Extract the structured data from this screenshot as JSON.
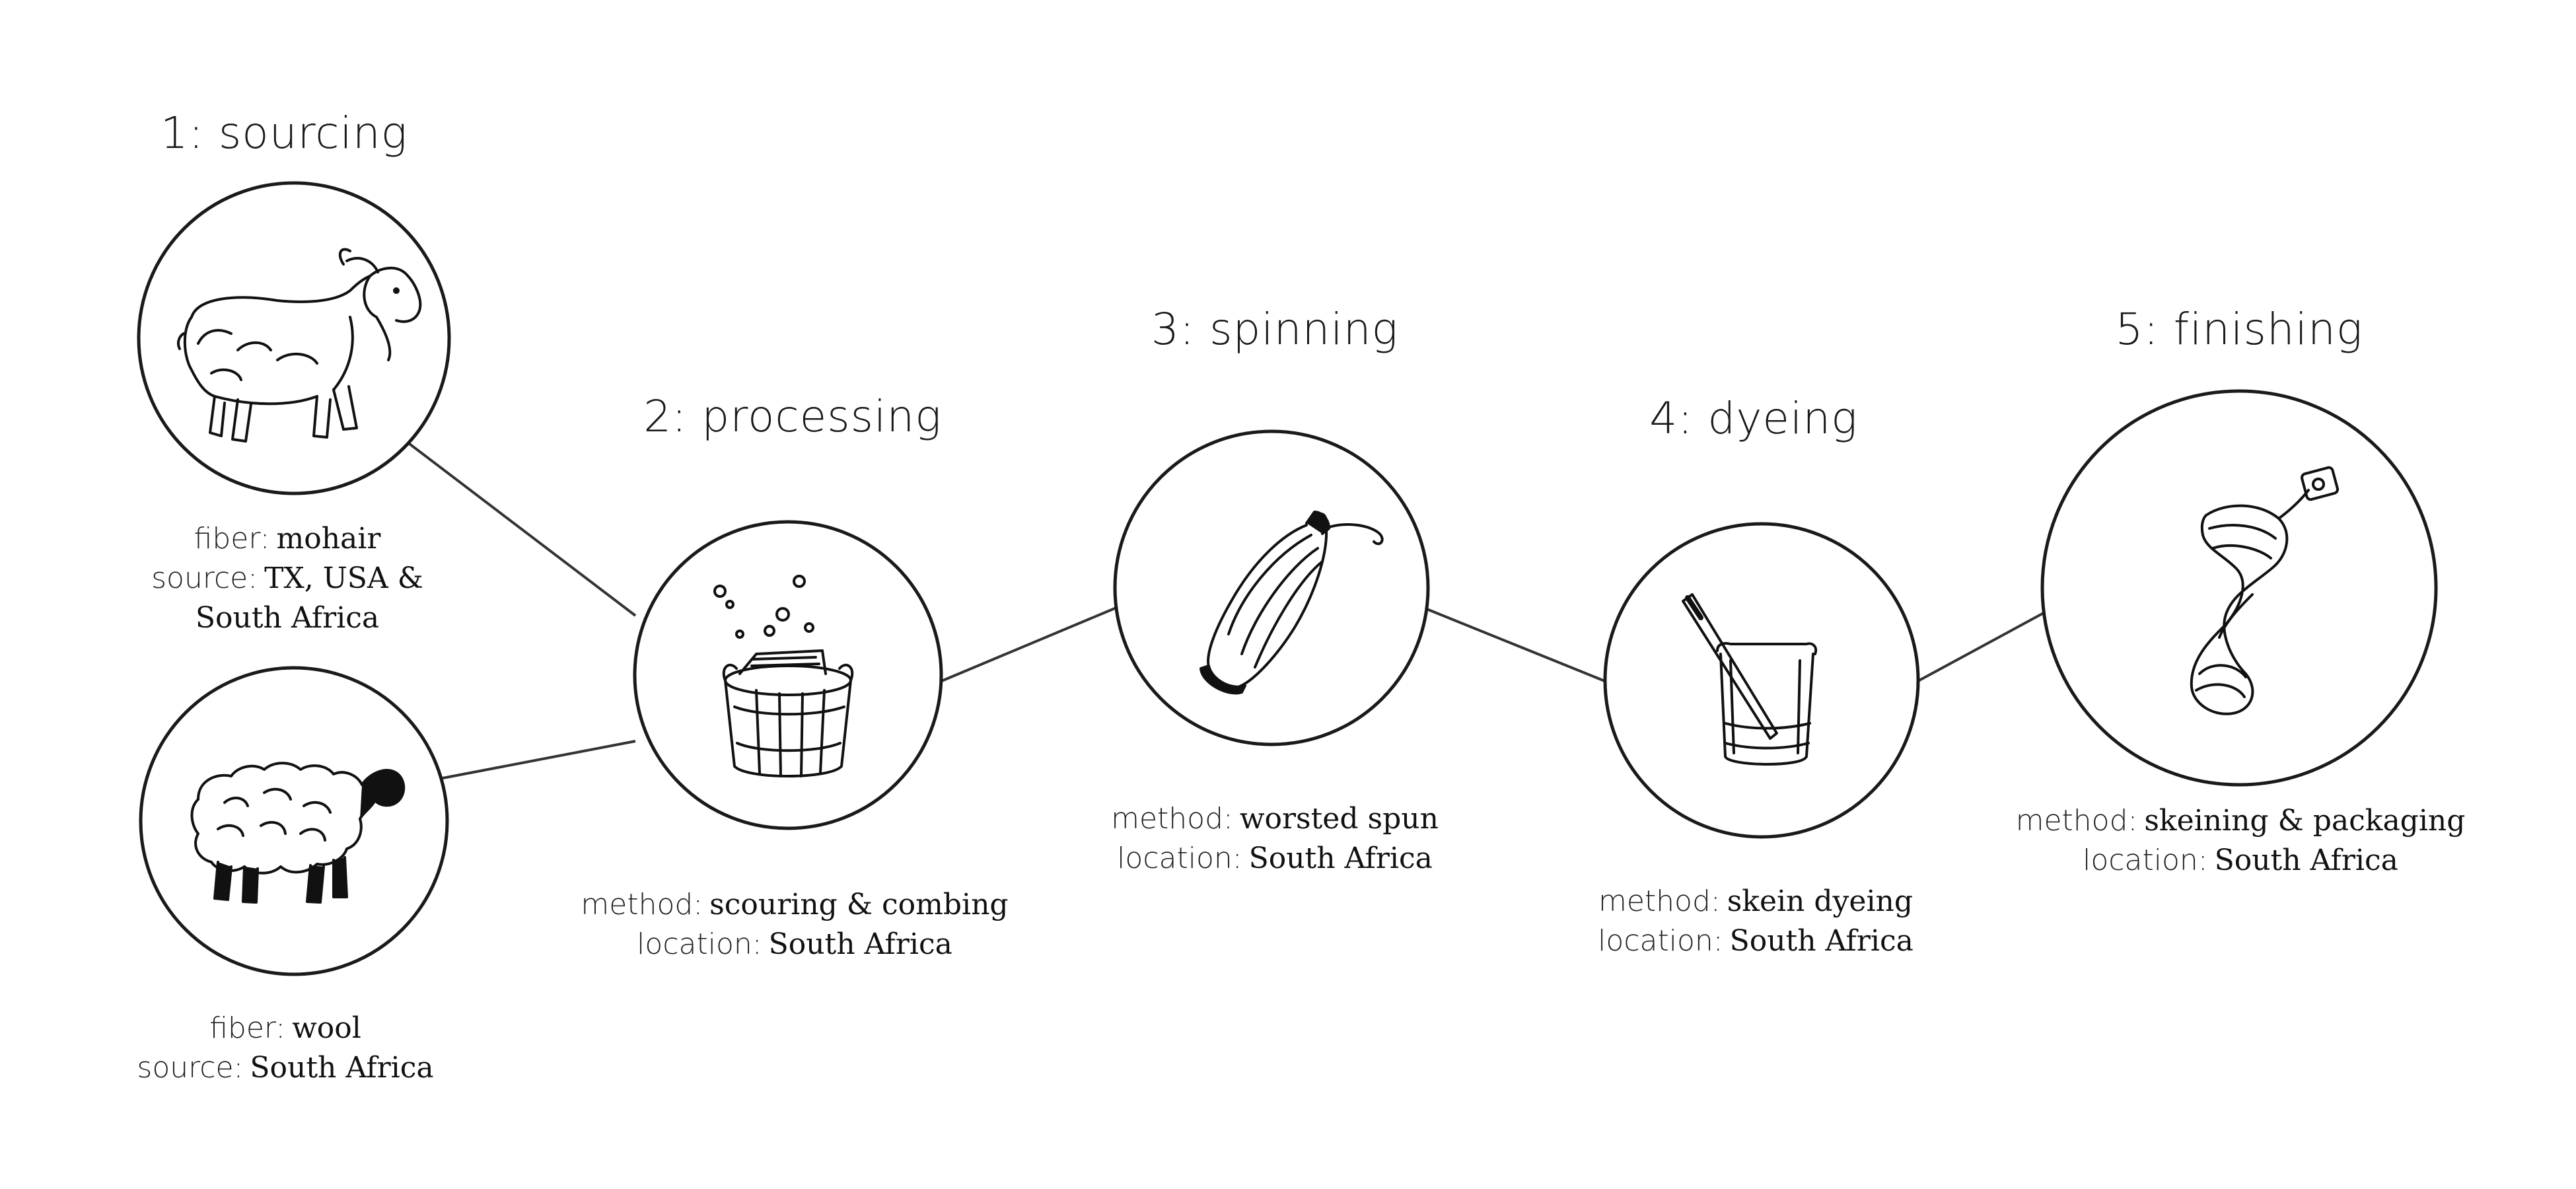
{
  "colors": {
    "ink": "#1a1a1a",
    "background": "#ffffff"
  },
  "stages": [
    {
      "title": "1: sourcing"
    },
    {
      "title": "2: processing",
      "lines": [
        {
          "key": "method:",
          "value": "scouring & combing"
        },
        {
          "key": "location:",
          "value": "South Africa"
        }
      ]
    },
    {
      "title": "3: spinning",
      "lines": [
        {
          "key": "method:",
          "value": "worsted spun"
        },
        {
          "key": "location:",
          "value": "South Africa"
        }
      ]
    },
    {
      "title": "4: dyeing",
      "lines": [
        {
          "key": "method:",
          "value": "skein dyeing"
        },
        {
          "key": "location:",
          "value": "South Africa"
        }
      ]
    },
    {
      "title": "5: finishing",
      "lines": [
        {
          "key": "method:",
          "value": "skeining & packaging"
        },
        {
          "key": "location:",
          "value": "South Africa"
        }
      ]
    }
  ],
  "sources": [
    {
      "icon": "goat-icon",
      "lines": [
        {
          "key": "fiber:",
          "value": "mohair"
        },
        {
          "key": "source:",
          "value": "TX, USA &"
        },
        {
          "key": "",
          "value": "South Africa"
        }
      ]
    },
    {
      "icon": "sheep-icon",
      "lines": [
        {
          "key": "fiber:",
          "value": "wool"
        },
        {
          "key": "source:",
          "value": "South Africa"
        }
      ]
    }
  ],
  "icons": [
    "goat-icon",
    "sheep-icon",
    "washtub-icon",
    "yarn-bobbin-icon",
    "dye-beaker-icon",
    "yarn-skein-icon"
  ]
}
